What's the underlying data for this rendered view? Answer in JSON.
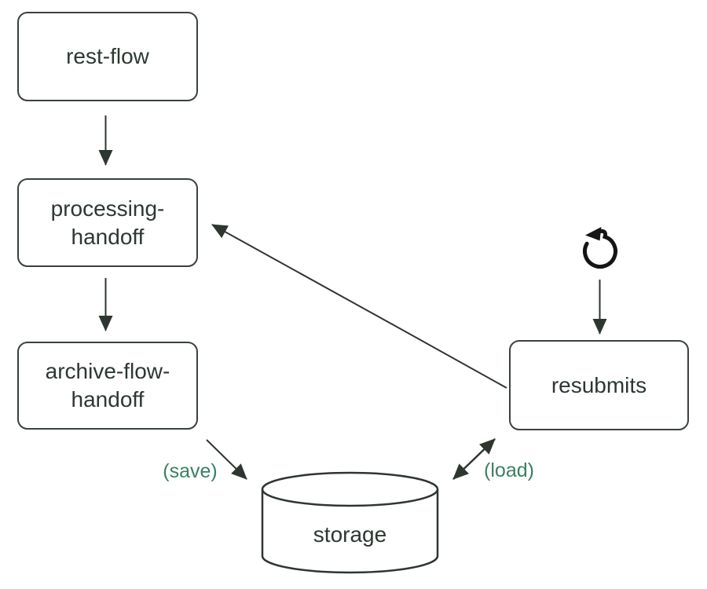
{
  "diagram": {
    "type": "flowchart",
    "background_color": "#ffffff",
    "node_border_color": "#39423c",
    "node_text_color": "#2c3831",
    "arrow_color": "#2e3630",
    "edge_label_color": "#3b7f63",
    "nodes": [
      {
        "id": "rest-flow",
        "label": "rest-flow",
        "shape": "rounded-rect"
      },
      {
        "id": "processing-handoff",
        "label": "processing-\nhandoff",
        "shape": "rounded-rect"
      },
      {
        "id": "archive-flow-handoff",
        "label": "archive-flow-\nhandoff",
        "shape": "rounded-rect"
      },
      {
        "id": "resubmits",
        "label": "resubmits",
        "shape": "rounded-rect"
      },
      {
        "id": "storage",
        "label": "storage",
        "shape": "cylinder"
      }
    ],
    "edges": [
      {
        "from": "rest-flow",
        "to": "processing-handoff",
        "label": ""
      },
      {
        "from": "processing-handoff",
        "to": "archive-flow-handoff",
        "label": ""
      },
      {
        "from": "archive-flow-handoff",
        "to": "storage",
        "label": "(save)"
      },
      {
        "from": "resubmits",
        "to": "processing-handoff",
        "label": ""
      },
      {
        "from": "refresh-icon",
        "to": "resubmits",
        "label": ""
      },
      {
        "from": "storage",
        "to": "resubmits",
        "bidirectional": true,
        "label": "(load)"
      }
    ],
    "icons": [
      {
        "name": "refresh-icon",
        "meaning": "counterclockwise circular arrow above resubmits"
      }
    ]
  }
}
